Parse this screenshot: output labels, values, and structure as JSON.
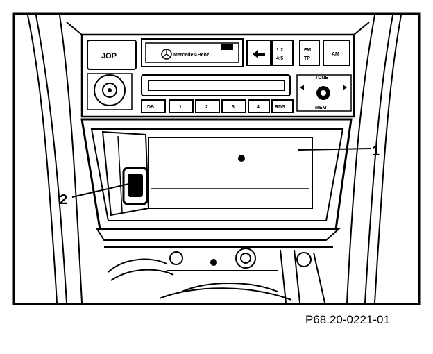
{
  "figure_id": "P68.20-0221-01",
  "callouts": {
    "one": "1",
    "two": "2"
  },
  "radio": {
    "brand": "Mercedes-Benz",
    "buttons": {
      "jop": "JOP",
      "fm": "FM",
      "tp": "TP",
      "am": "AM",
      "ab": "1:2",
      "cd": "4:5",
      "db": "DB",
      "p1": "1",
      "p2": "2",
      "p3": "3",
      "p4": "4",
      "rds": "RDS",
      "tune": "TUNE",
      "mem": "MEM"
    }
  }
}
